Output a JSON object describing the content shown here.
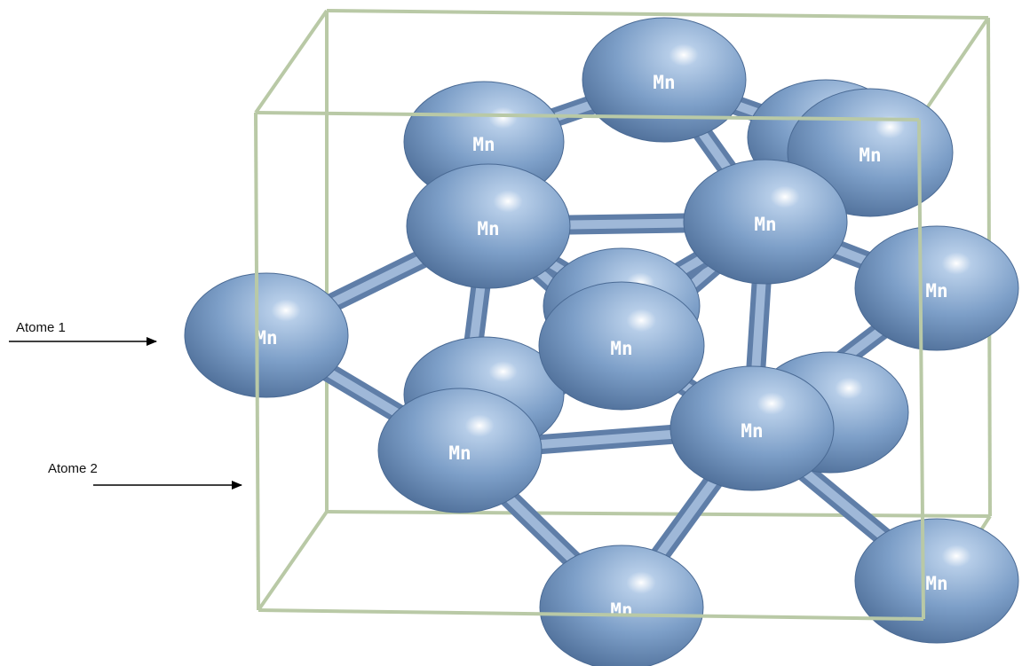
{
  "element_symbol": "Mn",
  "colors": {
    "atom_light": "#b6cde8",
    "atom_mid": "#7d9fc8",
    "atom_dark": "#4f6f99",
    "bond": "#7f9dc4",
    "cell_edge": "#b9c9a6",
    "arrow": "#000000"
  },
  "callouts": [
    {
      "id": "atom1",
      "label": "Atome 1"
    },
    {
      "id": "atom2",
      "label": "Atome 2"
    }
  ]
}
